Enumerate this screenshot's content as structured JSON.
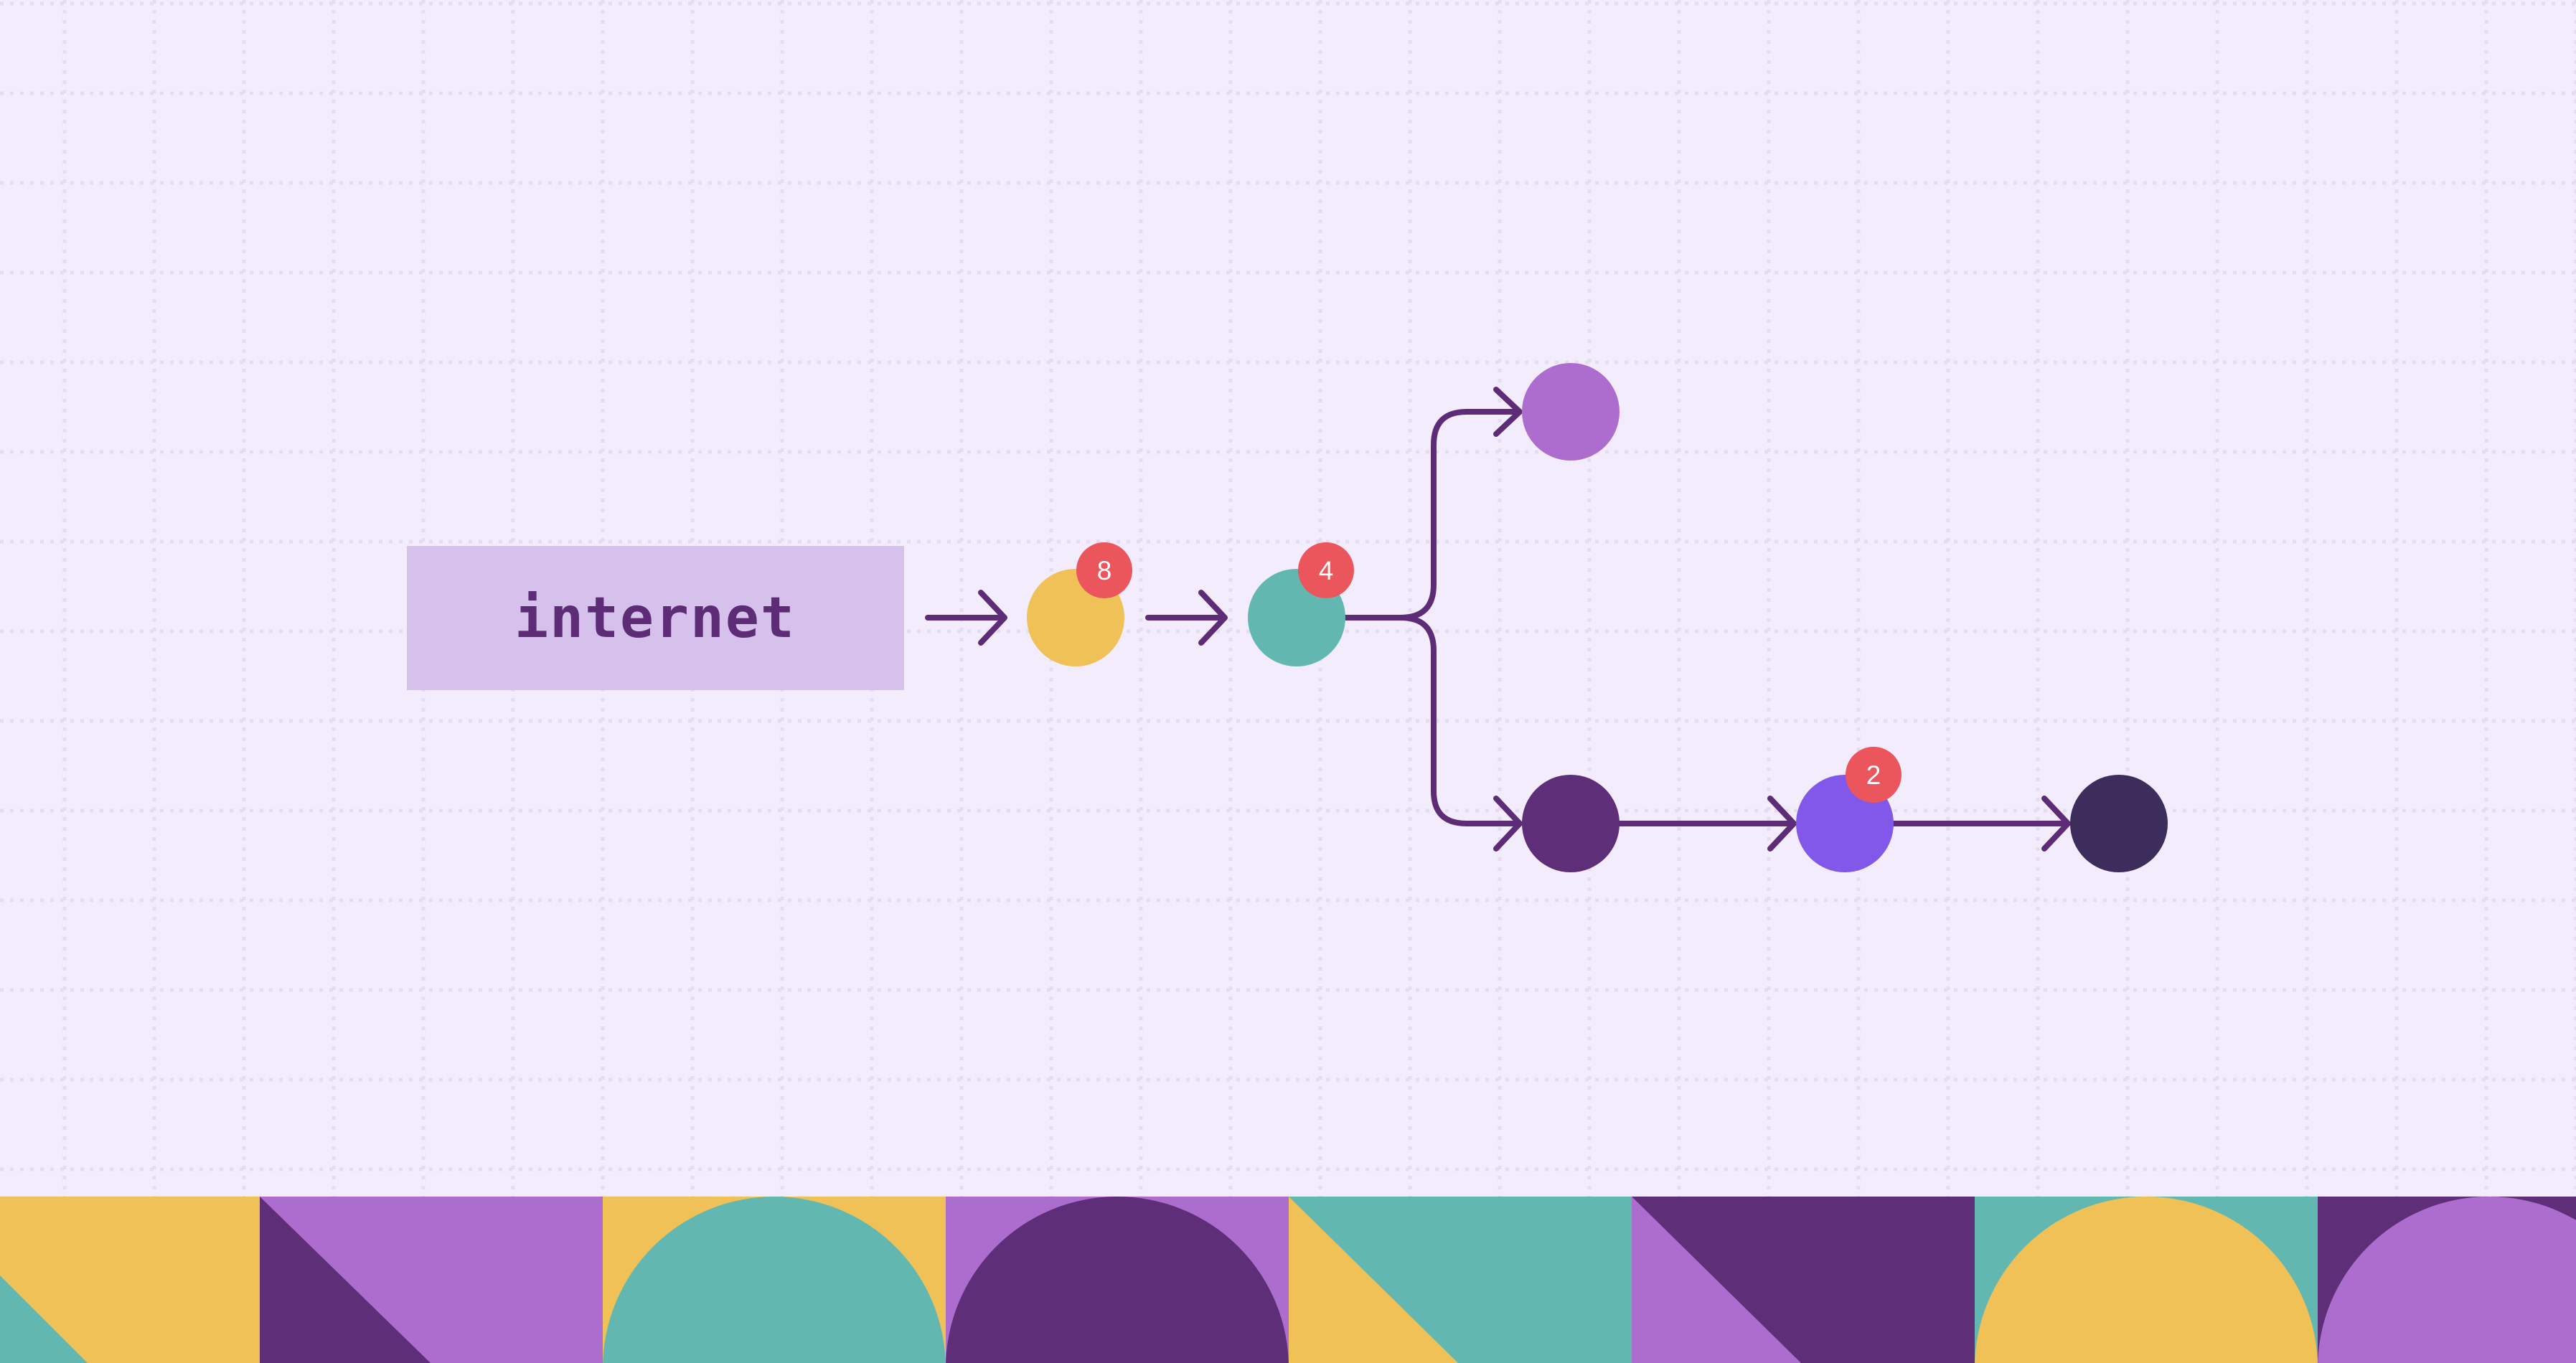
{
  "source_box": {
    "label": "internet"
  },
  "badges": {
    "yellow_node": "8",
    "teal_node": "4",
    "violet_node": "2"
  },
  "colors": {
    "background": "#f3ecfd",
    "grid": "#e6dcf1",
    "connector": "#5e2b77",
    "source_box_fill": "#d6c1ec",
    "source_box_text": "#5e2b77",
    "badge": "#ea565c",
    "badge_text": "#ffffff",
    "node_yellow": "#f0c157",
    "node_teal": "#62b8b1",
    "node_lavender": "#ad6dcf",
    "node_plum": "#5e2e78",
    "node_violet": "#8158e9",
    "node_navy": "#3d2d5c"
  },
  "icons": [
    "arrow-head-icon"
  ],
  "footer_band": {
    "description_colors": [
      "#f0c157",
      "#ad6dcf",
      "#62b8b1",
      "#5e2e78"
    ]
  }
}
